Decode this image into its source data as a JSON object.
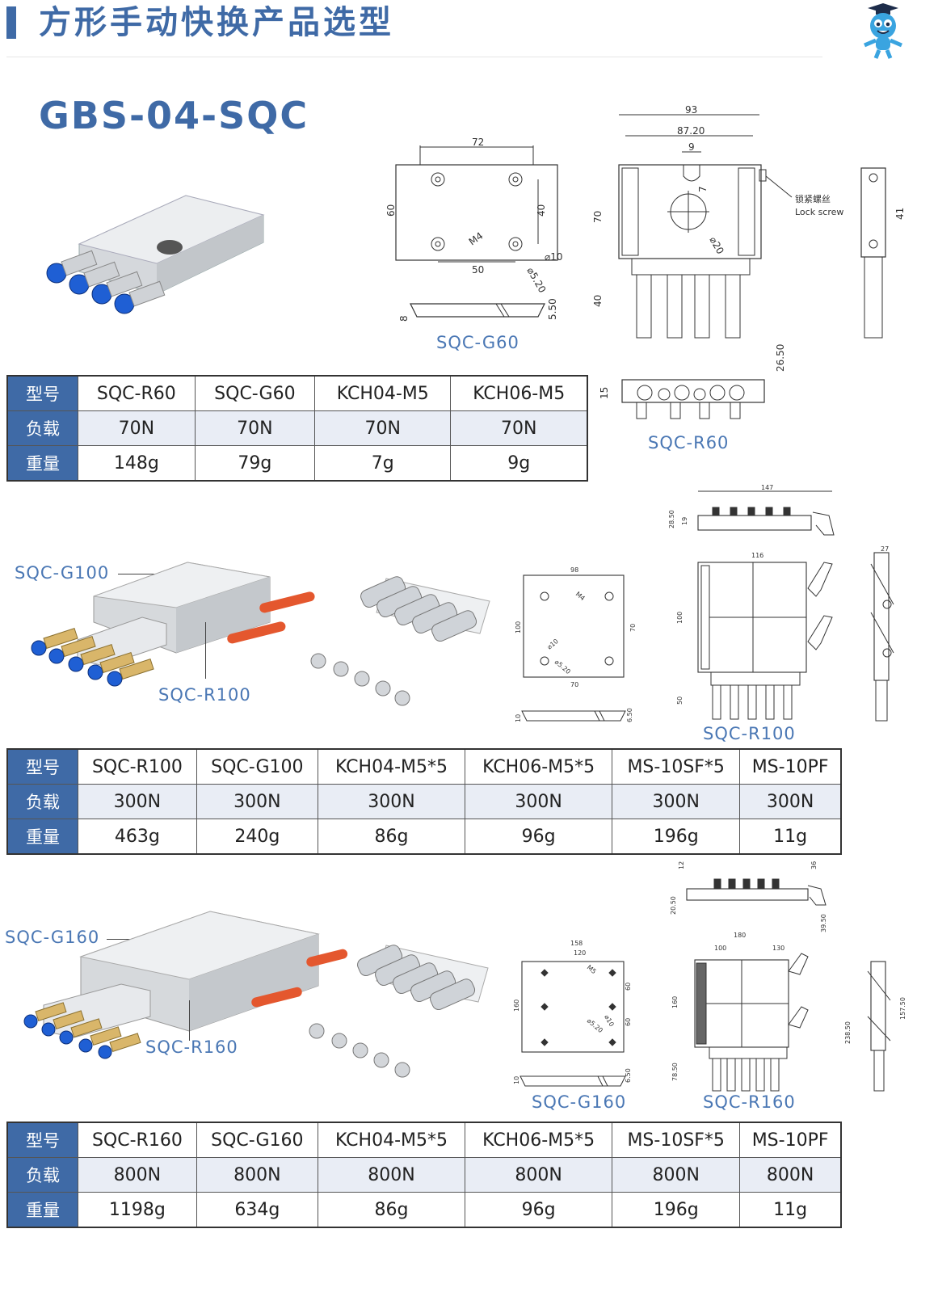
{
  "header": {
    "title": "方形手动快换产品选型",
    "series": "GBS-04-SQC",
    "logo_icon": "mascot-graduate-icon"
  },
  "colors": {
    "accent": "#3f6aa6",
    "caption": "#4a77b4",
    "row_alt": "#e9edf5"
  },
  "section1": {
    "captions": {
      "g60": "SQC-G60",
      "r60": "SQC-R60"
    },
    "drawing_g60": {
      "w": "72",
      "h": "60",
      "pitch_w": "50",
      "pitch_h": "40",
      "thread": "M4",
      "cb": "⌀10",
      "hole": "⌀5.20",
      "t": "8",
      "step": "5.50"
    },
    "drawing_r60": {
      "w": "93",
      "w2": "87.20",
      "slot": "9",
      "slot_d": "7",
      "bore": "⌀20",
      "h": "70",
      "h2": "40",
      "side": "41",
      "bottom_h": "15",
      "total": "26.50",
      "note_cn": "锁紧螺丝",
      "note_en": "Lock screw"
    },
    "table": {
      "row_labels": [
        "型号",
        "负载",
        "重量"
      ],
      "models": [
        "SQC-R60",
        "SQC-G60",
        "KCH04-M5",
        "KCH06-M5"
      ],
      "loads": [
        "70N",
        "70N",
        "70N",
        "70N"
      ],
      "weights": [
        "148g",
        "79g",
        "7g",
        "9g"
      ]
    }
  },
  "section2": {
    "captions": {
      "g100": "SQC-G100",
      "r100": "SQC-R100",
      "r100_drw": "SQC-R100"
    },
    "drawing_g100": {
      "w": "98",
      "h": "100",
      "pitch_h": "70",
      "pitch_w": "70",
      "thread": "M4",
      "cb": "⌀10",
      "hole": "⌀5.20",
      "t": "10",
      "step": "6.50"
    },
    "drawing_r100": {
      "w": "147",
      "w2": "116",
      "h1": "28.50",
      "h2": "19",
      "h": "100",
      "h3": "50",
      "side": "27"
    },
    "table": {
      "row_labels": [
        "型号",
        "负载",
        "重量"
      ],
      "models": [
        "SQC-R100",
        "SQC-G100",
        "KCH04-M5*5",
        "KCH06-M5*5",
        "MS-10SF*5",
        "MS-10PF"
      ],
      "loads": [
        "300N",
        "300N",
        "300N",
        "300N",
        "300N",
        "300N"
      ],
      "weights": [
        "463g",
        "240g",
        "86g",
        "96g",
        "196g",
        "11g"
      ]
    }
  },
  "section3": {
    "captions": {
      "g160": "SQC-G160",
      "r160": "SQC-R160",
      "g160_drw": "SQC-G160",
      "r160_drw": "SQC-R160"
    },
    "drawing_g160": {
      "w": "158",
      "w2": "120",
      "h": "160",
      "p1": "60",
      "p2": "60",
      "thread": "M5",
      "hole": "⌀5.20",
      "cb": "⌀10",
      "t": "10",
      "step": "6.50"
    },
    "drawing_r160": {
      "t1": "12",
      "t2": "36",
      "h1": "20.50",
      "h2": "39.50",
      "w": "180",
      "w1": "100",
      "w2": "130",
      "h": "160",
      "h3": "78.50",
      "side1": "238.50",
      "side2": "157.50"
    },
    "table": {
      "row_labels": [
        "型号",
        "负载",
        "重量"
      ],
      "models": [
        "SQC-R160",
        "SQC-G160",
        "KCH04-M5*5",
        "KCH06-M5*5",
        "MS-10SF*5",
        "MS-10PF"
      ],
      "loads": [
        "800N",
        "800N",
        "800N",
        "800N",
        "800N",
        "800N"
      ],
      "weights": [
        "1198g",
        "634g",
        "86g",
        "96g",
        "196g",
        "11g"
      ]
    }
  }
}
